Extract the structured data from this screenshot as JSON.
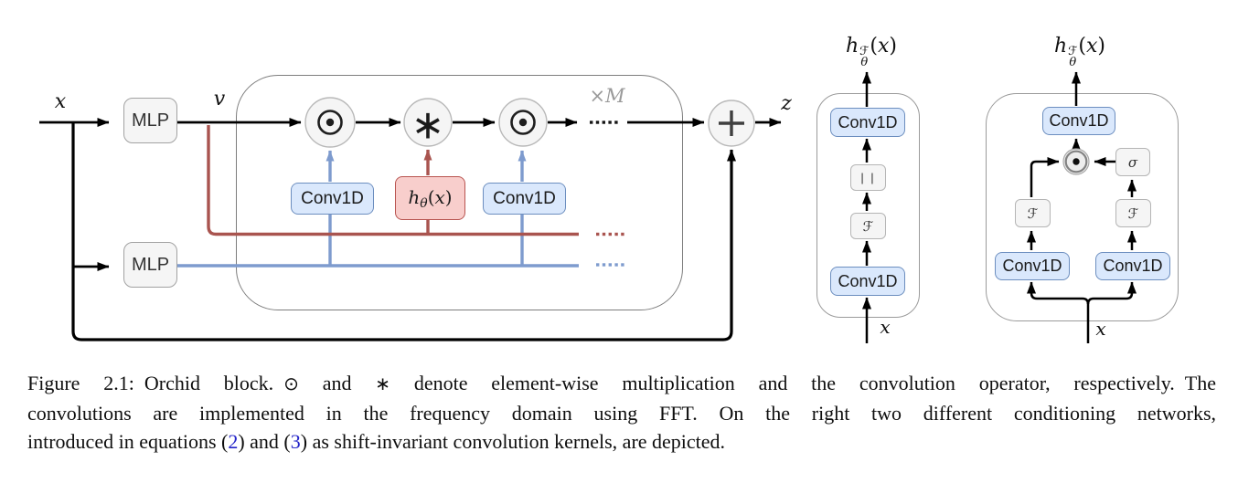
{
  "figure": {
    "orchid_block": {
      "input_label": "x",
      "gate_label": "v",
      "output_label": "z",
      "mlp_label": "MLP",
      "mlp2_label": "MLP",
      "conv1d_a_label": "Conv1D",
      "conv1d_b_label": "Conv1D",
      "kernel_box": {
        "base": "h",
        "sub": "θ",
        "open": "(",
        "var": "x",
        "close": ")"
      },
      "repeat_label": "×M",
      "operators": {
        "elementwise_product": "⊙",
        "convolution": "∗",
        "sum": "+"
      }
    },
    "cond_title": {
      "base": "h",
      "sub": "θ",
      "sup": "ℱ",
      "open": "(",
      "var": "x",
      "close": ")"
    },
    "cond_net_left": {
      "conv1d_top_label": "Conv1D",
      "magnitude_label": "| |",
      "fft_label": "ℱ",
      "conv1d_bottom_label": "Conv1D",
      "input_label": "x"
    },
    "cond_net_right": {
      "conv1d_top_label": "Conv1D",
      "sigma_label": "σ",
      "fft_left_label": "ℱ",
      "fft_right_label": "ℱ",
      "conv1d_bl_label": "Conv1D",
      "conv1d_br_label": "Conv1D",
      "input_label": "x"
    }
  },
  "caption": {
    "line1": {
      "t1": "Figure 2.1: Orchid block. ",
      "odot": "⊙",
      "t2": " and ",
      "ast": "∗",
      "t3": " denote element-wise multiplication and the convolution operator, respectively. The"
    },
    "line2": "convolutions are implemented in the frequency domain using FFT. On the right two different conditioning networks,",
    "line3": {
      "t1": "introduced in equations (",
      "ref2": "2",
      "t2": ") and (",
      "ref3": "3",
      "t3": ") as shift-invariant convolution kernels, are depicted."
    }
  },
  "colors": {
    "conv_fill": "#dae8fc",
    "conv_border": "#6c8ebf",
    "kernel_fill": "#f8cecc",
    "kernel_border": "#b85450",
    "signal_blue": "#7e9bce",
    "signal_red": "#a9544f",
    "node_fill": "#f5f5f5",
    "muted_gray": "#9a9a9a",
    "link_blue": "#2323c8"
  }
}
